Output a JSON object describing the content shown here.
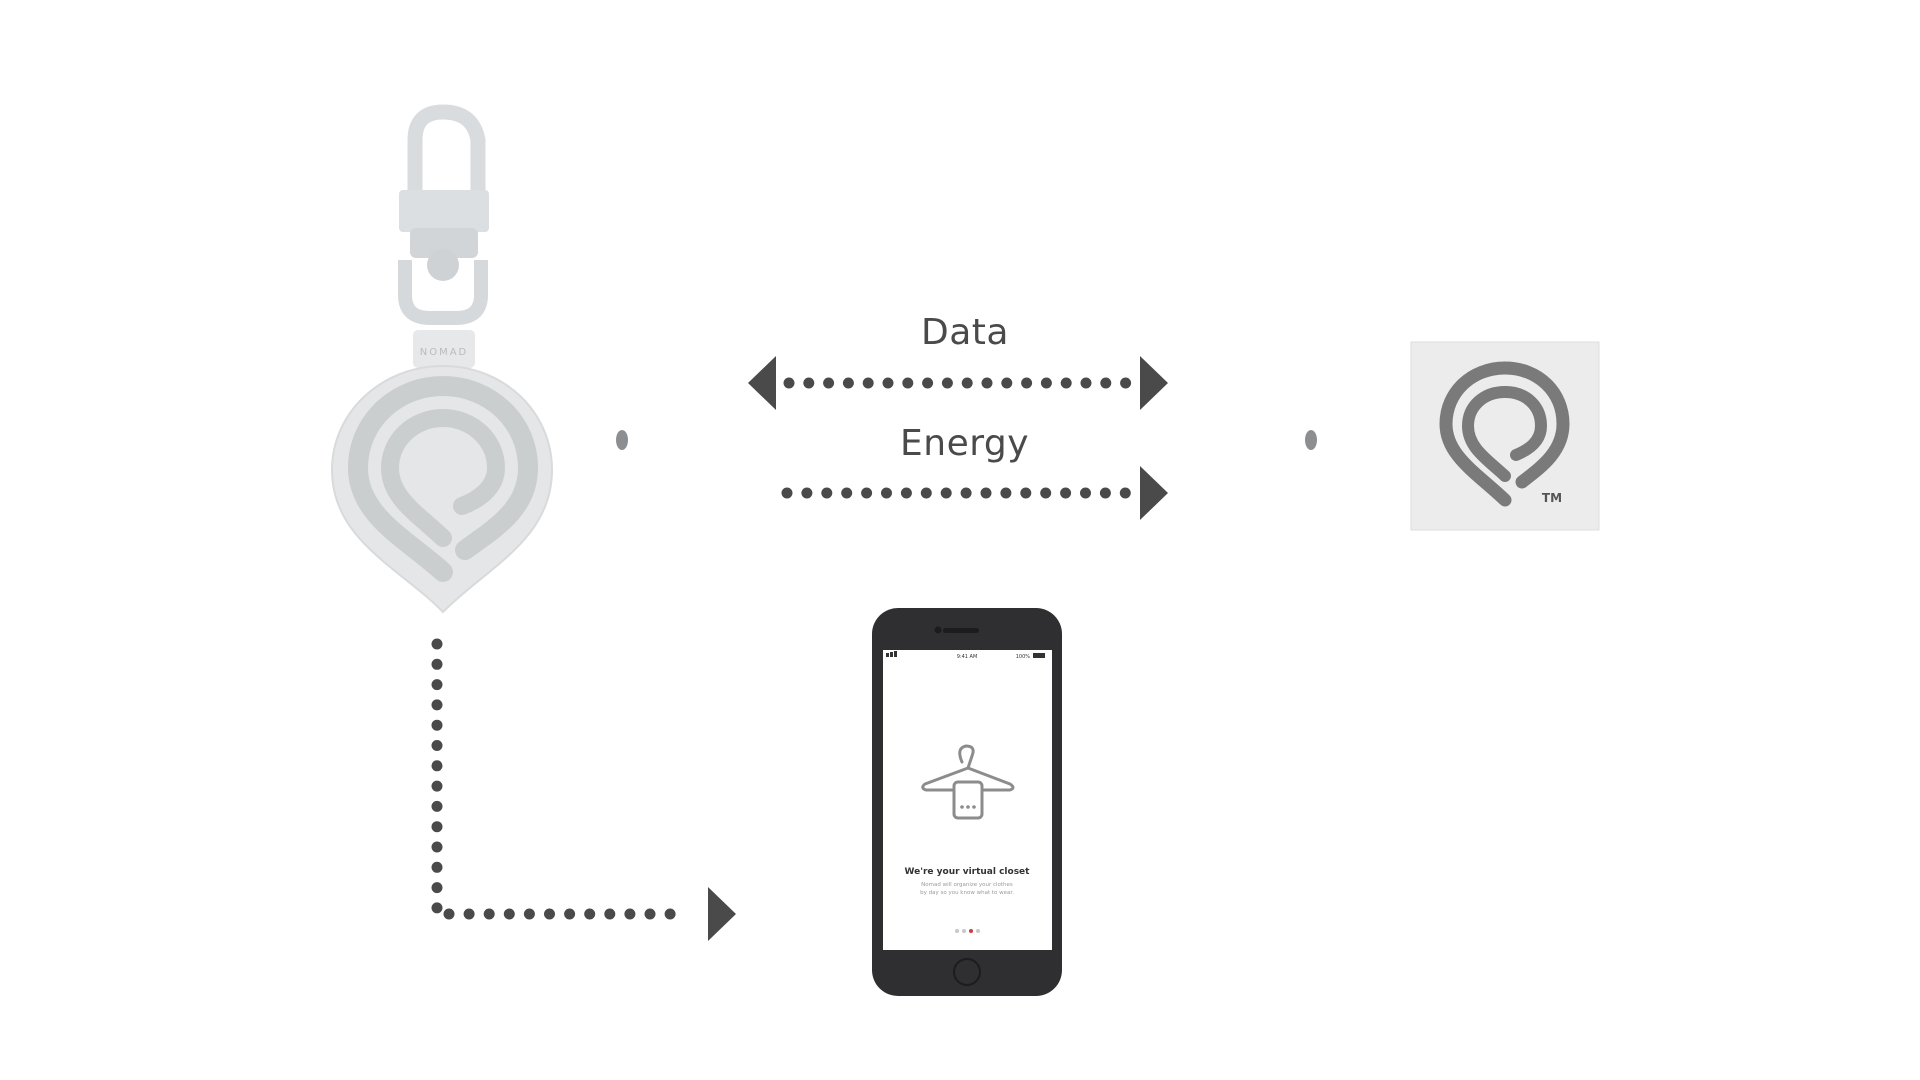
{
  "diagram": {
    "flow_labels": {
      "data": "Data",
      "energy": "Energy"
    },
    "keychain": {
      "brand_text": "NOMAD"
    },
    "tag": {
      "trademark": "TM"
    },
    "phone": {
      "status_time": "9:41 AM",
      "status_battery": "100%",
      "screen_title": "We're your virtual closet",
      "screen_subtitle_line1": "Nomad will organize your clothes",
      "screen_subtitle_line2": "by day so you know what to wear."
    },
    "colors": {
      "arrow": "#4a4a4a",
      "device_light": "#e3e5e6",
      "device_mid": "#c7cacc",
      "phone_body": "#2f2f31",
      "page_dot_active": "#d23b3b"
    },
    "icons": [
      "hanger-icon",
      "nomad-logo-icon"
    ]
  }
}
